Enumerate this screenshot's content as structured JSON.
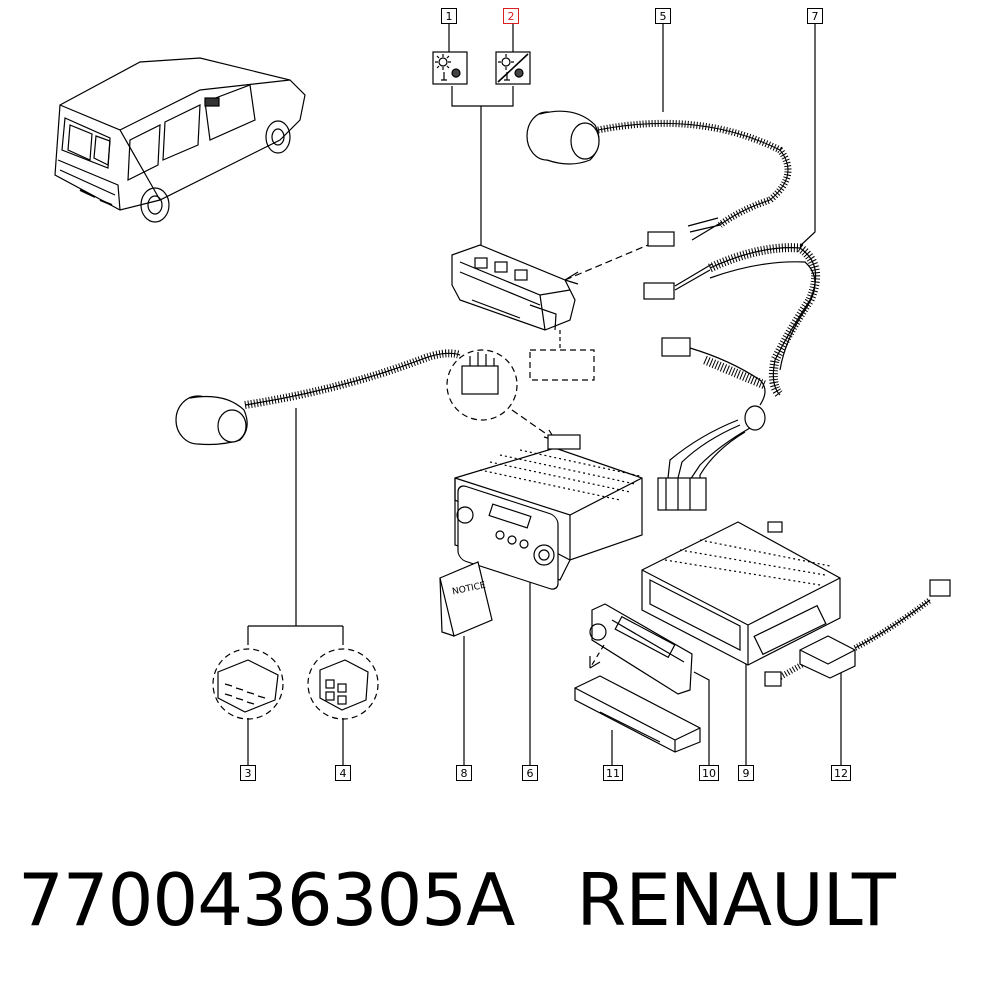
{
  "callouts": {
    "c1": "1",
    "c2": "2",
    "c3": "3",
    "c4": "4",
    "c5": "5",
    "c6": "6",
    "c7": "7",
    "c8": "8",
    "c9": "9",
    "c10": "10",
    "c11": "11",
    "c12": "12"
  },
  "notice_label": "NOTICE",
  "caption": {
    "part_number": "7700436305A",
    "brand": "RENAULT"
  },
  "colors": {
    "line": "#000000",
    "highlight": "#d92020"
  }
}
